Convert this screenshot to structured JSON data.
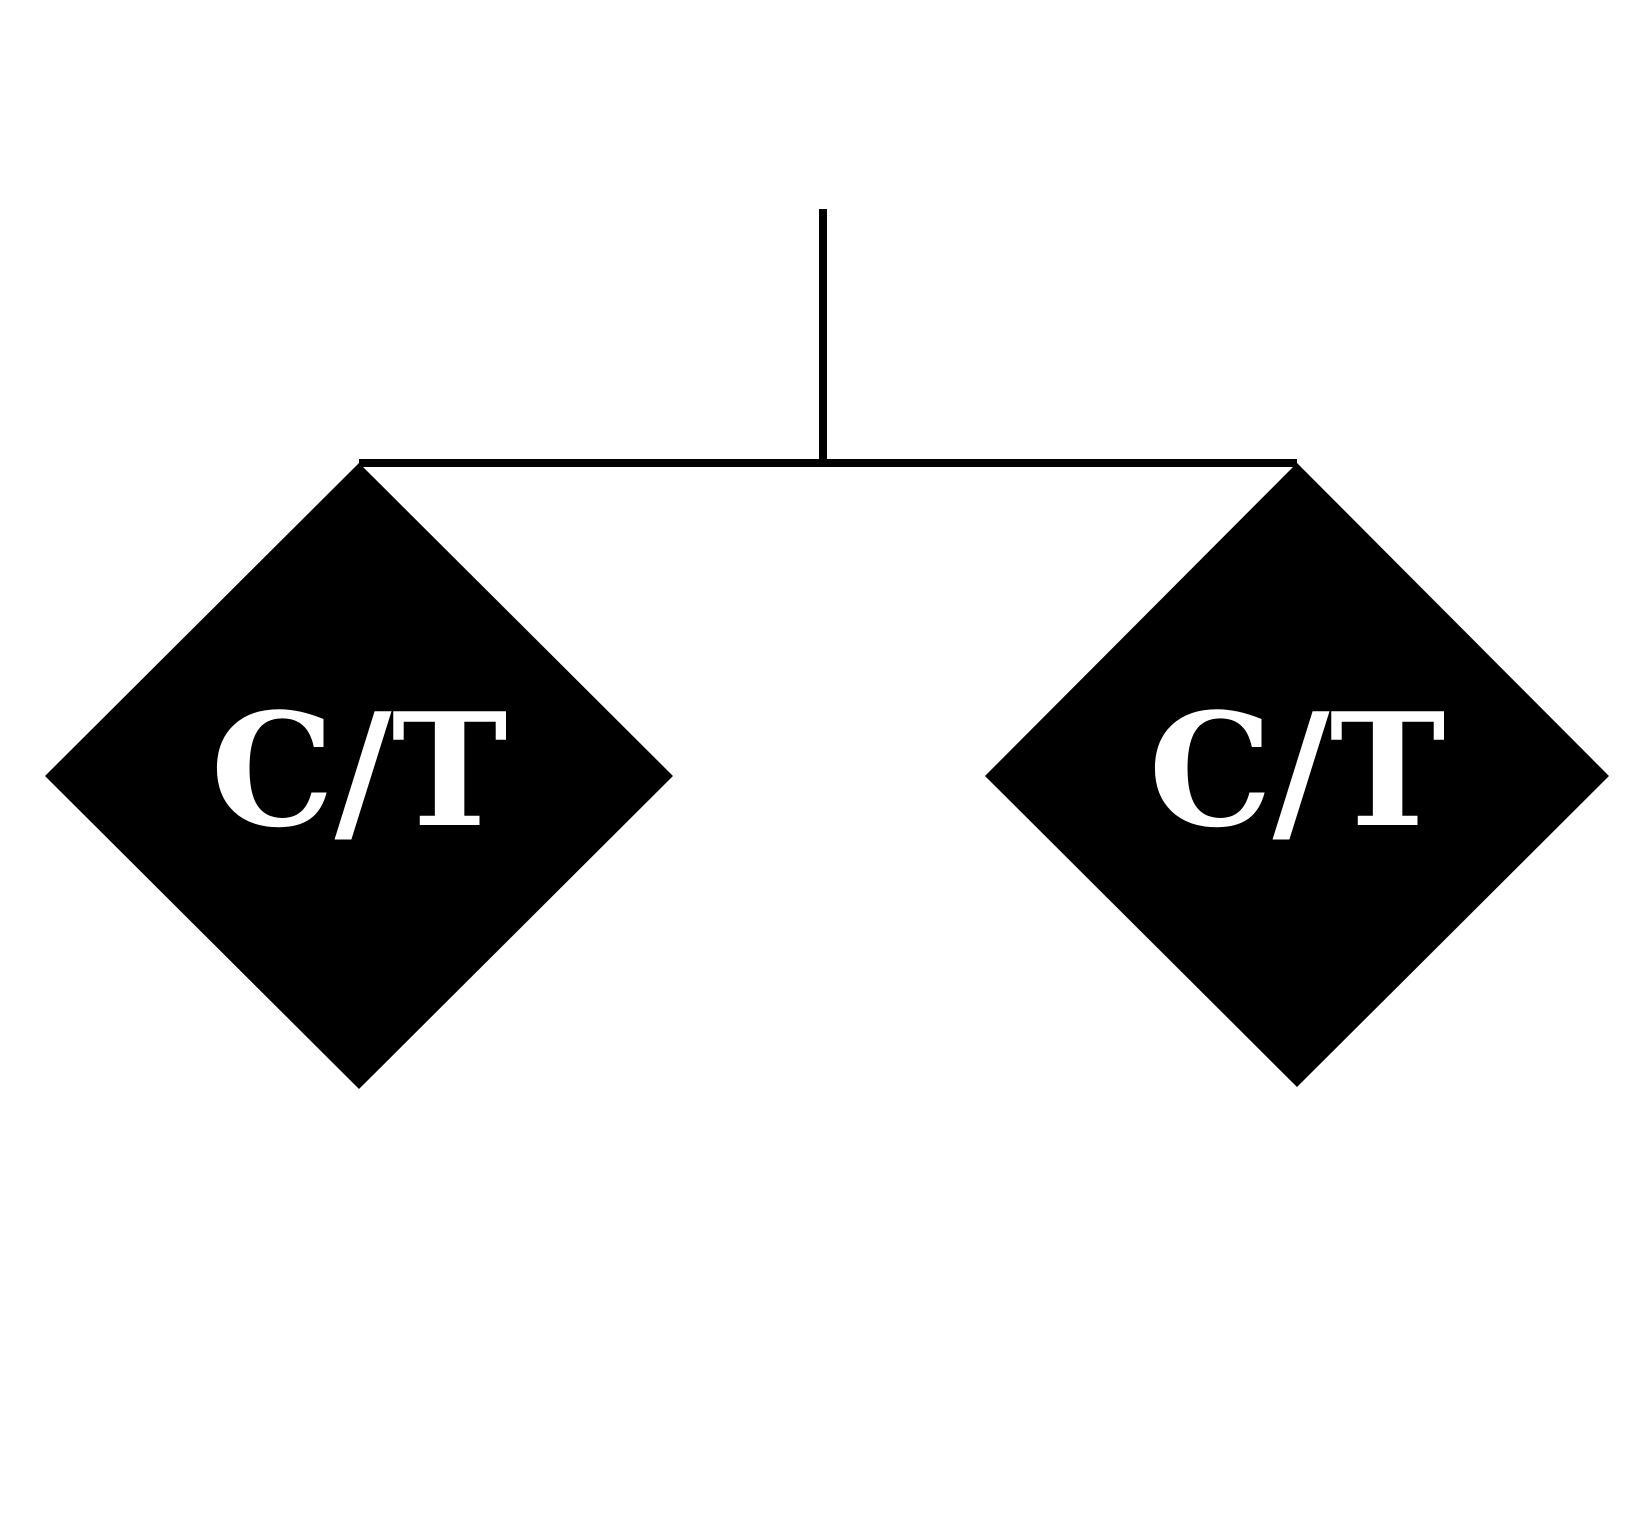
{
  "colors": {
    "background": "#ffffff",
    "line": "#000000",
    "node_fill": "#000000",
    "node_text": "#ffffff"
  },
  "diagram": {
    "type": "tree",
    "root": {
      "label": "",
      "children": [
        "left",
        "right"
      ]
    },
    "nodes": {
      "left": {
        "shape": "diamond",
        "label": "C/T"
      },
      "right": {
        "shape": "diamond",
        "label": "C/T"
      }
    }
  }
}
